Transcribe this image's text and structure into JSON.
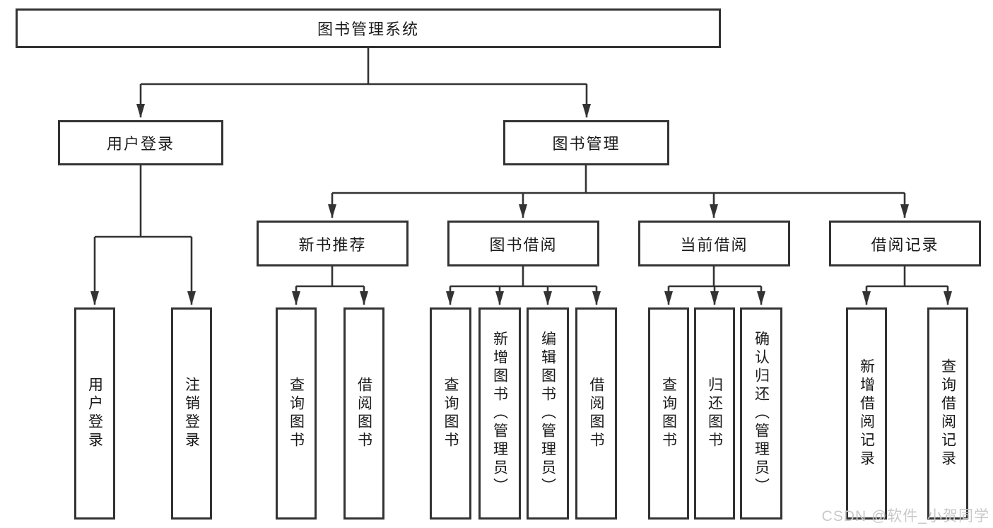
{
  "diagram": {
    "type": "hierarchy-tree",
    "line_color": "#333333",
    "box_background": "#ffffff",
    "text_color": "#1a1a1a",
    "watermark": "CSDN @软件_小贺同学",
    "watermark_color": "#c9c9c9"
  },
  "tree": {
    "label": "图书管理系统",
    "children": [
      {
        "label": "用户登录",
        "children": [
          {
            "label": "用户登录"
          },
          {
            "label": "注销登录"
          }
        ]
      },
      {
        "label": "图书管理",
        "children": [
          {
            "label": "新书推荐",
            "children": [
              {
                "label": "查询图书"
              },
              {
                "label": "借阅图书"
              }
            ]
          },
          {
            "label": "图书借阅",
            "children": [
              {
                "label": "查询图书"
              },
              {
                "label": "新增图书（管理员）"
              },
              {
                "label": "编辑图书（管理员）"
              },
              {
                "label": "借阅图书"
              }
            ]
          },
          {
            "label": "当前借阅",
            "children": [
              {
                "label": "查询图书"
              },
              {
                "label": "归还图书"
              },
              {
                "label": "确认归还（管理员）"
              }
            ]
          },
          {
            "label": "借阅记录",
            "children": [
              {
                "label": "新增借阅记录"
              },
              {
                "label": "查询借阅记录"
              }
            ]
          }
        ]
      }
    ]
  }
}
